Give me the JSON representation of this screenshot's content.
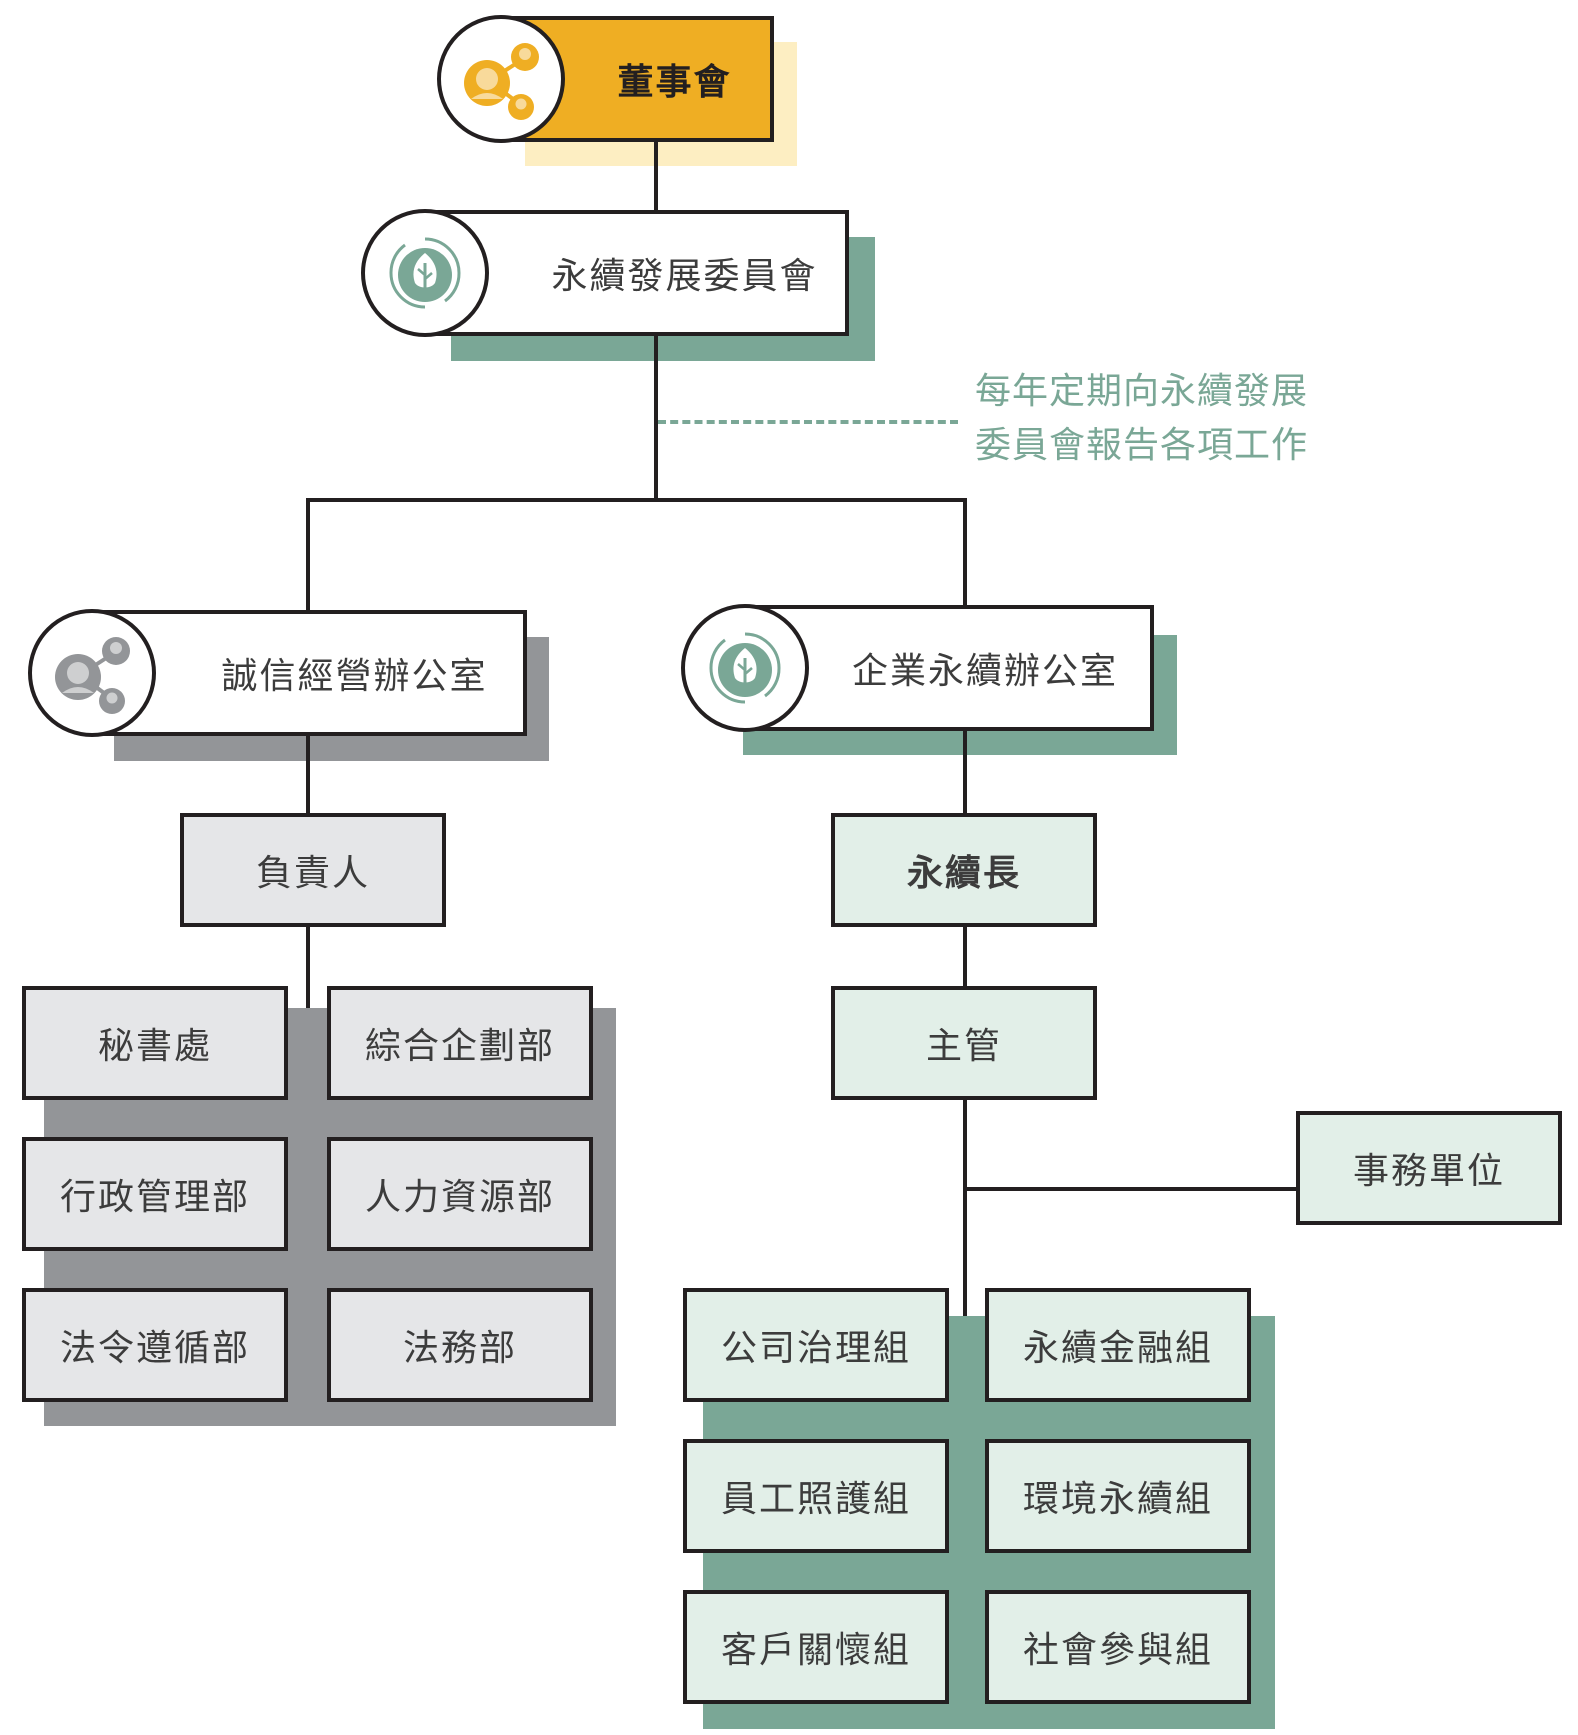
{
  "board": {
    "label": "董事會",
    "icon": "people-network-icon",
    "color": "#efae23"
  },
  "committee": {
    "label": "永續發展委員會",
    "icon": "leaf-cycle-icon"
  },
  "report_note": {
    "line1": "每年定期向永續發展",
    "line2": "委員會報告各項工作"
  },
  "integrity_office": {
    "label": "誠信經營辦公室",
    "icon": "people-network-icon",
    "head": "負責人",
    "departments": [
      "秘書處",
      "綜合企劃部",
      "行政管理部",
      "人力資源部",
      "法令遵循部",
      "法務部"
    ]
  },
  "sustainability_office": {
    "label": "企業永續辦公室",
    "icon": "leaf-cycle-icon",
    "head": "永續長",
    "manager": "主管",
    "side_unit": "事務單位",
    "groups": [
      "公司治理組",
      "永續金融組",
      "員工照護組",
      "環境永續組",
      "客戶關懷組",
      "社會參與組"
    ]
  },
  "colors": {
    "green": "#7aa796",
    "gray": "#939598",
    "mint": "#e2efe8",
    "light_gray": "#e5e6e8",
    "yellow": "#efae23"
  }
}
